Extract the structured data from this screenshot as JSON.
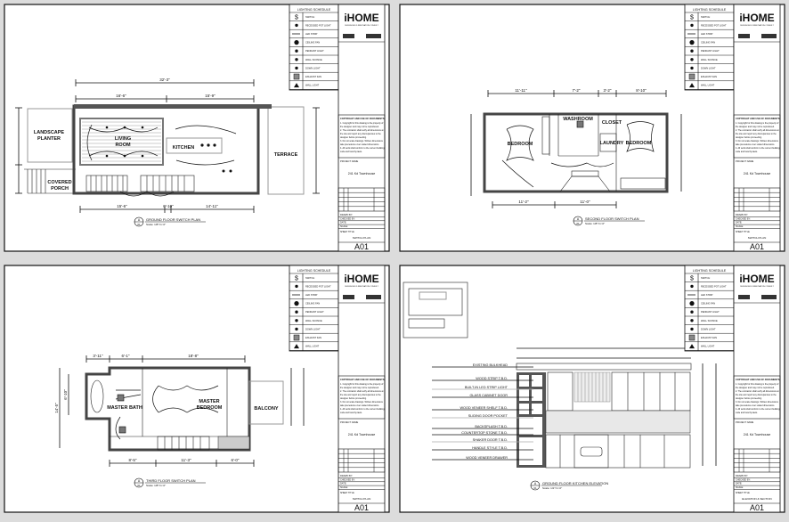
{
  "lighting_schedule": {
    "title": "LIGHTING SCHEDULE",
    "items": [
      {
        "icon": "switch-icon",
        "label": "SWITCH"
      },
      {
        "icon": "recessed-light-icon",
        "label": "RECESSED POT LIGHT"
      },
      {
        "icon": "led-strip-icon",
        "label": "LED STRIP"
      },
      {
        "icon": "ceiling-fan-icon",
        "label": "CEILING FAN"
      },
      {
        "icon": "pendant-icon",
        "label": "PENDANT LIGHT"
      },
      {
        "icon": "wall-sconce-icon",
        "label": "WALL SCONCE"
      },
      {
        "icon": "downlight-icon",
        "label": "DOWN LIGHT"
      },
      {
        "icon": "exhaust-fan-icon",
        "label": "EXHAUST FAN"
      },
      {
        "icon": "wall-light-icon",
        "label": "WALL LIGHT"
      }
    ]
  },
  "title_block": {
    "logo": "iHOME",
    "logo_sub": "DESIGN  BUILD  RENOVATION  CONSULT",
    "notes_title": "COPYRIGHT AND USE OF DOCUMENTS",
    "notes": [
      "1. Copyright for this drawing is the property of",
      "the designer and may not be reproduced.",
      "2. The contractor shall verify all dimensions at",
      "the site and report any discrepancies to the",
      "designer before proceeding.",
      "3. Do not scale drawings. Written dimensions",
      "take precedence over scaled dimensions.",
      "4. All work shall conform to the current building",
      "code and local by-laws."
    ],
    "project_label": "PROJECT NAME",
    "project": "241 Kd Townhouse",
    "fields": [
      "DRAWN BY:",
      "CHECKED BY:",
      "DATE:",
      "SCALE:"
    ],
    "sheet_label": "SHEET TITLE",
    "sheet_number": "A01"
  },
  "sheets": [
    {
      "name": "SWITCH PLAN",
      "caption": "GROUND FLOOR SWITCH PLAN",
      "scale": "Scale: 1/8\"=1'-0\"",
      "ref_top": "A",
      "ref_bottom": "01",
      "rooms": [
        "LANDSCAPE",
        "PLANTER",
        "LIVING",
        "ROOM",
        "KITCHEN",
        "TERRACE",
        "COVERED",
        "PORCH"
      ],
      "dims": [
        "32'-3\"",
        "16'-6\"",
        "15'-9\"",
        "15'-6\"",
        "0'-10\"",
        "14'-11\""
      ]
    },
    {
      "name": "SWITCH PLAN",
      "caption": "SECOND FLOOR SWITCH PLAN",
      "scale": "Scale: 1/8\"=1'-0\"",
      "ref_top": "A",
      "ref_bottom": "01",
      "rooms": [
        "BEDROOM",
        "WASHROOM",
        "CLOSET",
        "LAUNDRY",
        "BEDROOM"
      ],
      "dims": [
        "11'-11\"",
        "7'-2\"",
        "3'-2\"",
        "8'-10\"",
        "11'-2\"",
        "11'-0\""
      ]
    },
    {
      "name": "SWITCH PLAN",
      "caption": "THIRD FLOOR SWITCH PLAN",
      "scale": "Scale: 1/8\"=1'-0\"",
      "ref_top": "A",
      "ref_bottom": "01",
      "rooms": [
        "MASTER BATH",
        "MASTER",
        "BEDROOM",
        "BALCONY"
      ],
      "dims": [
        "3'-11\"",
        "6'-1\"",
        "18'-8\"",
        "8'-5\"",
        "11'-3\"",
        "6'-0\"",
        "14'-5\"",
        "6'-10\""
      ]
    },
    {
      "name": "ELEVATION & SECTION",
      "caption": "GROUND FLOOR KITCHEN ELEVATION",
      "scale": "Scale: 1/2\"=1'-0\"",
      "ref_top": "A",
      "ref_bottom": "01",
      "callouts": [
        "EXISTING BULKHEAD",
        "WOOD STRIP T.B.D.",
        "BUILT-IN LED STRIP LIGHT",
        "GLASS CABINET DOOR",
        "WOOD VENEER SHELF T.B.D.",
        "SLIDING DOOR POCKET",
        "BACKSPLASH T.B.D.",
        "COUNTERTOP STONE T.B.D.",
        "SHAKER DOOR T.B.D.",
        "HANDLE STYLE T.B.D.",
        "WOOD VENEER DRAWER"
      ]
    }
  ]
}
